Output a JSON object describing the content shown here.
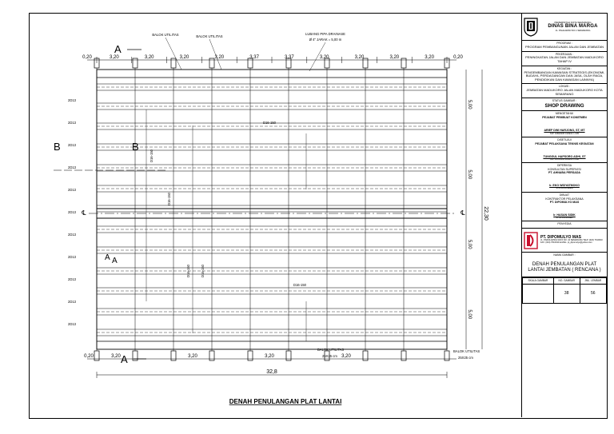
{
  "drawing": {
    "title": "DENAH PENULANGAN PLAT LANTAI",
    "section_a": "A",
    "section_b": "B",
    "center_mark": "℄",
    "dims_top": [
      "3,20",
      "3,20",
      "3,20",
      "3,20",
      "3,37",
      "3,37",
      "3,20",
      "3,20",
      "3,20",
      "3,20"
    ],
    "dim_left_top": "0,20",
    "dim_right_top": "0,20",
    "dim_bottom_left": "0,20",
    "dim_bottom_total": "32,8",
    "dims_bottom": [
      "3,20",
      "3,20",
      "3,20",
      "3,20"
    ],
    "dims_right": [
      "5,00",
      "5,00",
      "5,00",
      "5,00"
    ],
    "dim_right_total": "22,30",
    "callouts": {
      "balok_utilitas_1": "BALOK UTILITAS",
      "balok_utilitas_2": "BALOK UTILITAS",
      "lubang_pipa": "LUBANG PIPA DRAINASE",
      "lubang_pipa_spec": "Ø 4\" JARAK = 5,00 m",
      "balok_utilitas_bottom_1": "BALOK UTILITAS",
      "balok_utilitas_bottom_1_spec": "25X25 cm",
      "balok_utilitas_bottom_2": "BALOK UTILITAS",
      "balok_utilitas_bottom_2_spec": "25X25 cm"
    },
    "rebar_labels": [
      "D16-150",
      "D16-150",
      "D16-150",
      "D16-150",
      "D16-150",
      "D16-150"
    ],
    "row_labels": [
      "2D13",
      "2D13",
      "2D13",
      "2D13",
      "2D13",
      "2D13",
      "2D13",
      "2D13",
      "2D13",
      "2D13",
      "2D13"
    ]
  },
  "title_block": {
    "agency_super": "PEMERINTAH KOTA SEMARANG",
    "agency_name": "DINAS BINA MARGA",
    "agency_sub": "JL. PAHLAWAN NO.1 SEMARANG",
    "program_label": "PROGRAM :",
    "program_value": "PROGRAM PEMBANGUNAN JALAN DAN JEMBATAN",
    "pekerjaan_label": "PEKERJAAN :",
    "pekerjaan_value": "PENINGKATAN JALAN DAN JEMBATAN MADUKORO TAHAP IV",
    "kegiatan_label": "KEGIATAN :",
    "kegiatan_value": "PENGEMBANGAN KAWASAN STRATEGIS (EKONOMI, BUDAYA, PERDAGANGAN DAN JASA, OLAH RAGA, PENDIDIKAN DAN KAWASAN LAINNYA)",
    "lokasi_label": "LOKASI :",
    "lokasi_value": "JEMBATAN MADUKORO JALAN MADUKORO KOTA SEMARANG",
    "status_label": "STATUS GAMBAR :",
    "status_value": "SHOP DRAWING",
    "mengetahui_label": "MENGETAHUI",
    "mengetahui_role": "PEJABAT PEMBUAT KOMITMEN",
    "ppk_name": "ARIEF DWI HARJONO, ST, MT",
    "ppk_nip": "NIP. 19690305 199903 1 005",
    "disetujui_label": "DISETUJUI",
    "disetujui_role": "PEJABAT PELAKSANA TEKNIS KEGIATAN",
    "pptk_name": "TUNGGUL HAPSORO ADHI, ST",
    "pptk_nip": "NIP. 19780105 200801 1 008",
    "diperiksa_label": "DIPERIKSA",
    "diperiksa_role": "KONSULTAN SUPERVISI",
    "supervisi_company": "PT. AHNABA PERSADA",
    "supervisi_name": "Ir. EKO WIDYATMOKO",
    "supervisi_title": "SITE ENGINEER",
    "dibuat_label": "DIBUAT",
    "dibuat_role": "KONTRAKTOR PELAKSANA",
    "kontraktor_company": "PT. DIPOMULYO MAS",
    "kontraktor_name": "Ir. HASAN SIDIK",
    "kontraktor_title": "SITE MANAGER",
    "penyedia_label": "PENYEDIA",
    "contractor_name": "PT. DIPOMULYO MAS",
    "contractor_addr": "JL. PAMULARSIH RAYA NO. 42 SEMARANG TELP. (024) 7610010 FAX. (024) 7610010 E-MAIL: pt_dipomulyo@yahoo.com",
    "nama_gambar_label": "NAMA GAMBAR :",
    "nama_gambar_value": "DENAH PENULANGAN PLAT LANTAI JEMBATAN ( RENCANA )",
    "skala_label": "SKALA GAMBAR",
    "no_gambar_label": "NO. GAMBAR",
    "jml_lembar_label": "JML. LEMBAR",
    "skala_value": "",
    "no_gambar_value": "38",
    "jml_lembar_value": "56"
  },
  "colors": {
    "line": "#000000",
    "paper": "#ffffff",
    "logo_red": "#c8102e"
  }
}
